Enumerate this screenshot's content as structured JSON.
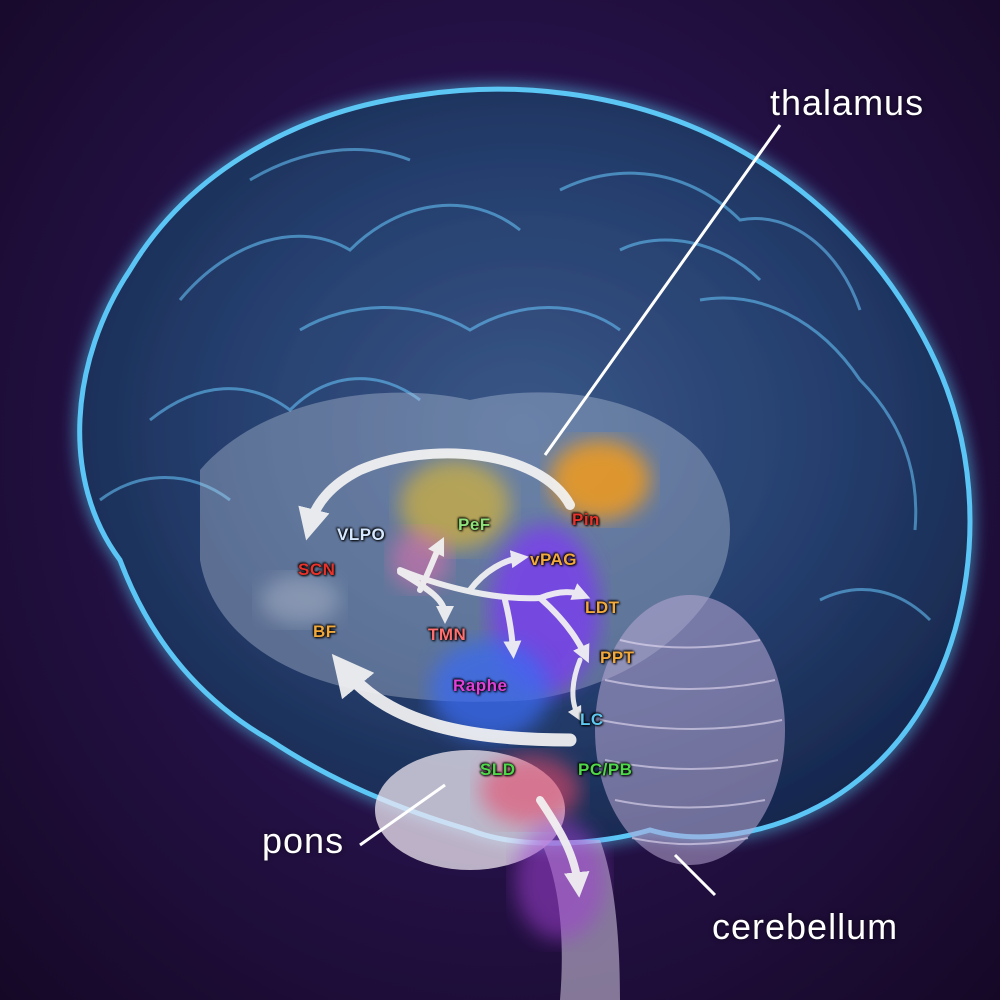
{
  "labels": {
    "thalamus": "thalamus",
    "pons": "pons",
    "cerebellum": "cerebellum"
  },
  "nuclei": {
    "vlpo": "VLPO",
    "pef": "PeF",
    "pin": "Pin",
    "scn": "SCN",
    "vpag": "vPAG",
    "ldt": "LDT",
    "bf": "BF",
    "tmn": "TMN",
    "ppt": "PPT",
    "raphe": "Raphe",
    "lc": "LC",
    "sld": "SLD",
    "pcpb": "PC/PB"
  },
  "colors": {
    "white_label": "#ffffff",
    "red": "#e8322a",
    "green": "#4fd84a",
    "light_green": "#8fe27a",
    "orange": "#f2a93b",
    "pink": "#ff6f6f",
    "magenta": "#e040d8",
    "cyan": "#5ec8f2",
    "pale_blue": "#d6e8ff",
    "brain_glow": "#3fb6ff",
    "background": "#26124a"
  }
}
